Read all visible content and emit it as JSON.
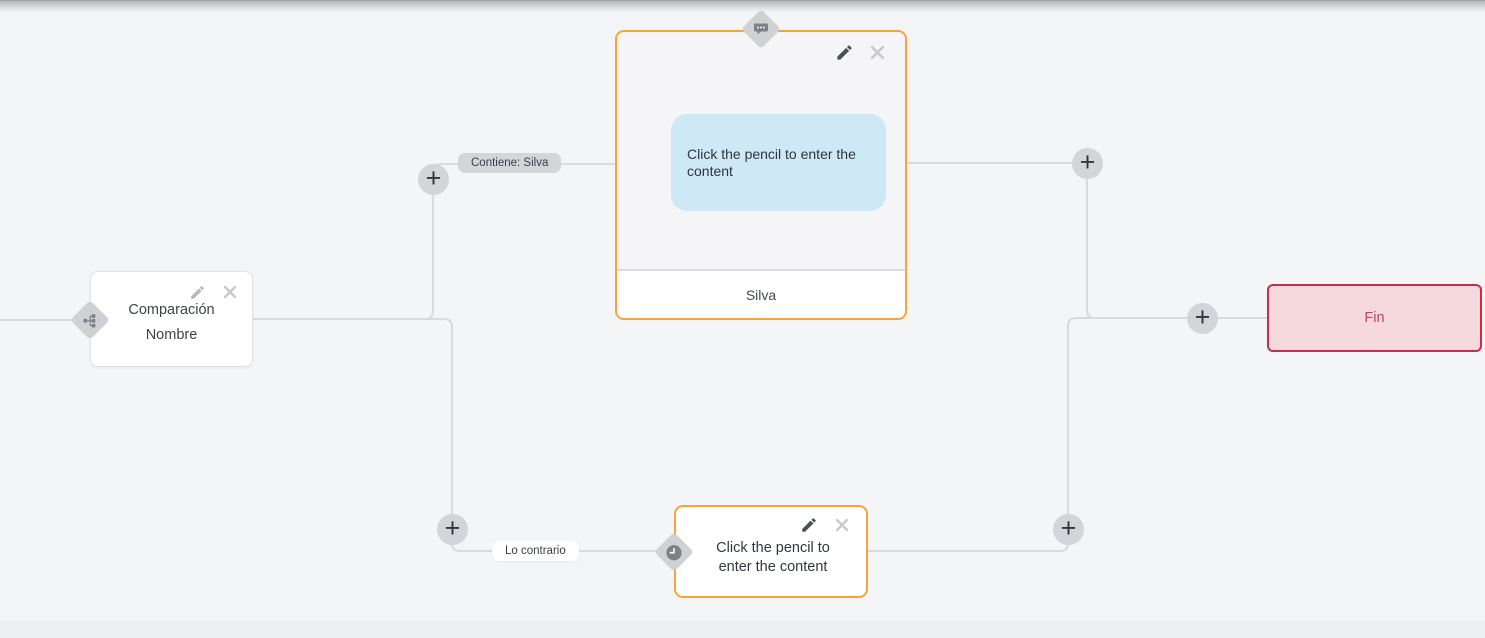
{
  "flow": {
    "add_glyph": "+",
    "edges": {
      "condition_label": "Contiene: Silva",
      "otherwise_label": "Lo contrario"
    },
    "nodes": {
      "comparison": {
        "line1": "Comparación",
        "line2": "Nombre",
        "icon": "hierarchy-icon"
      },
      "message": {
        "bubble": "Click the pencil to enter the content",
        "footer": "Silva",
        "icon": "chat-bubble-icon"
      },
      "delay": {
        "text": "Click the pencil to enter the content",
        "icon": "clock-icon"
      },
      "end": {
        "label": "Fin"
      }
    },
    "colors": {
      "canvas_bg": "#f4f5f7",
      "edge_line": "#d8dadd",
      "node_accent_orange": "#f8a33c",
      "bubble_blue": "#cfe8f6",
      "end_bg": "#f5d9dd",
      "end_border": "#c42f4b",
      "end_text": "#bd4760",
      "pill_gray": "#d3d5d9",
      "diamond_gray": "#cfd1d5",
      "icon_gray": "#7d8187",
      "text_dark": "#3a3f46"
    }
  }
}
